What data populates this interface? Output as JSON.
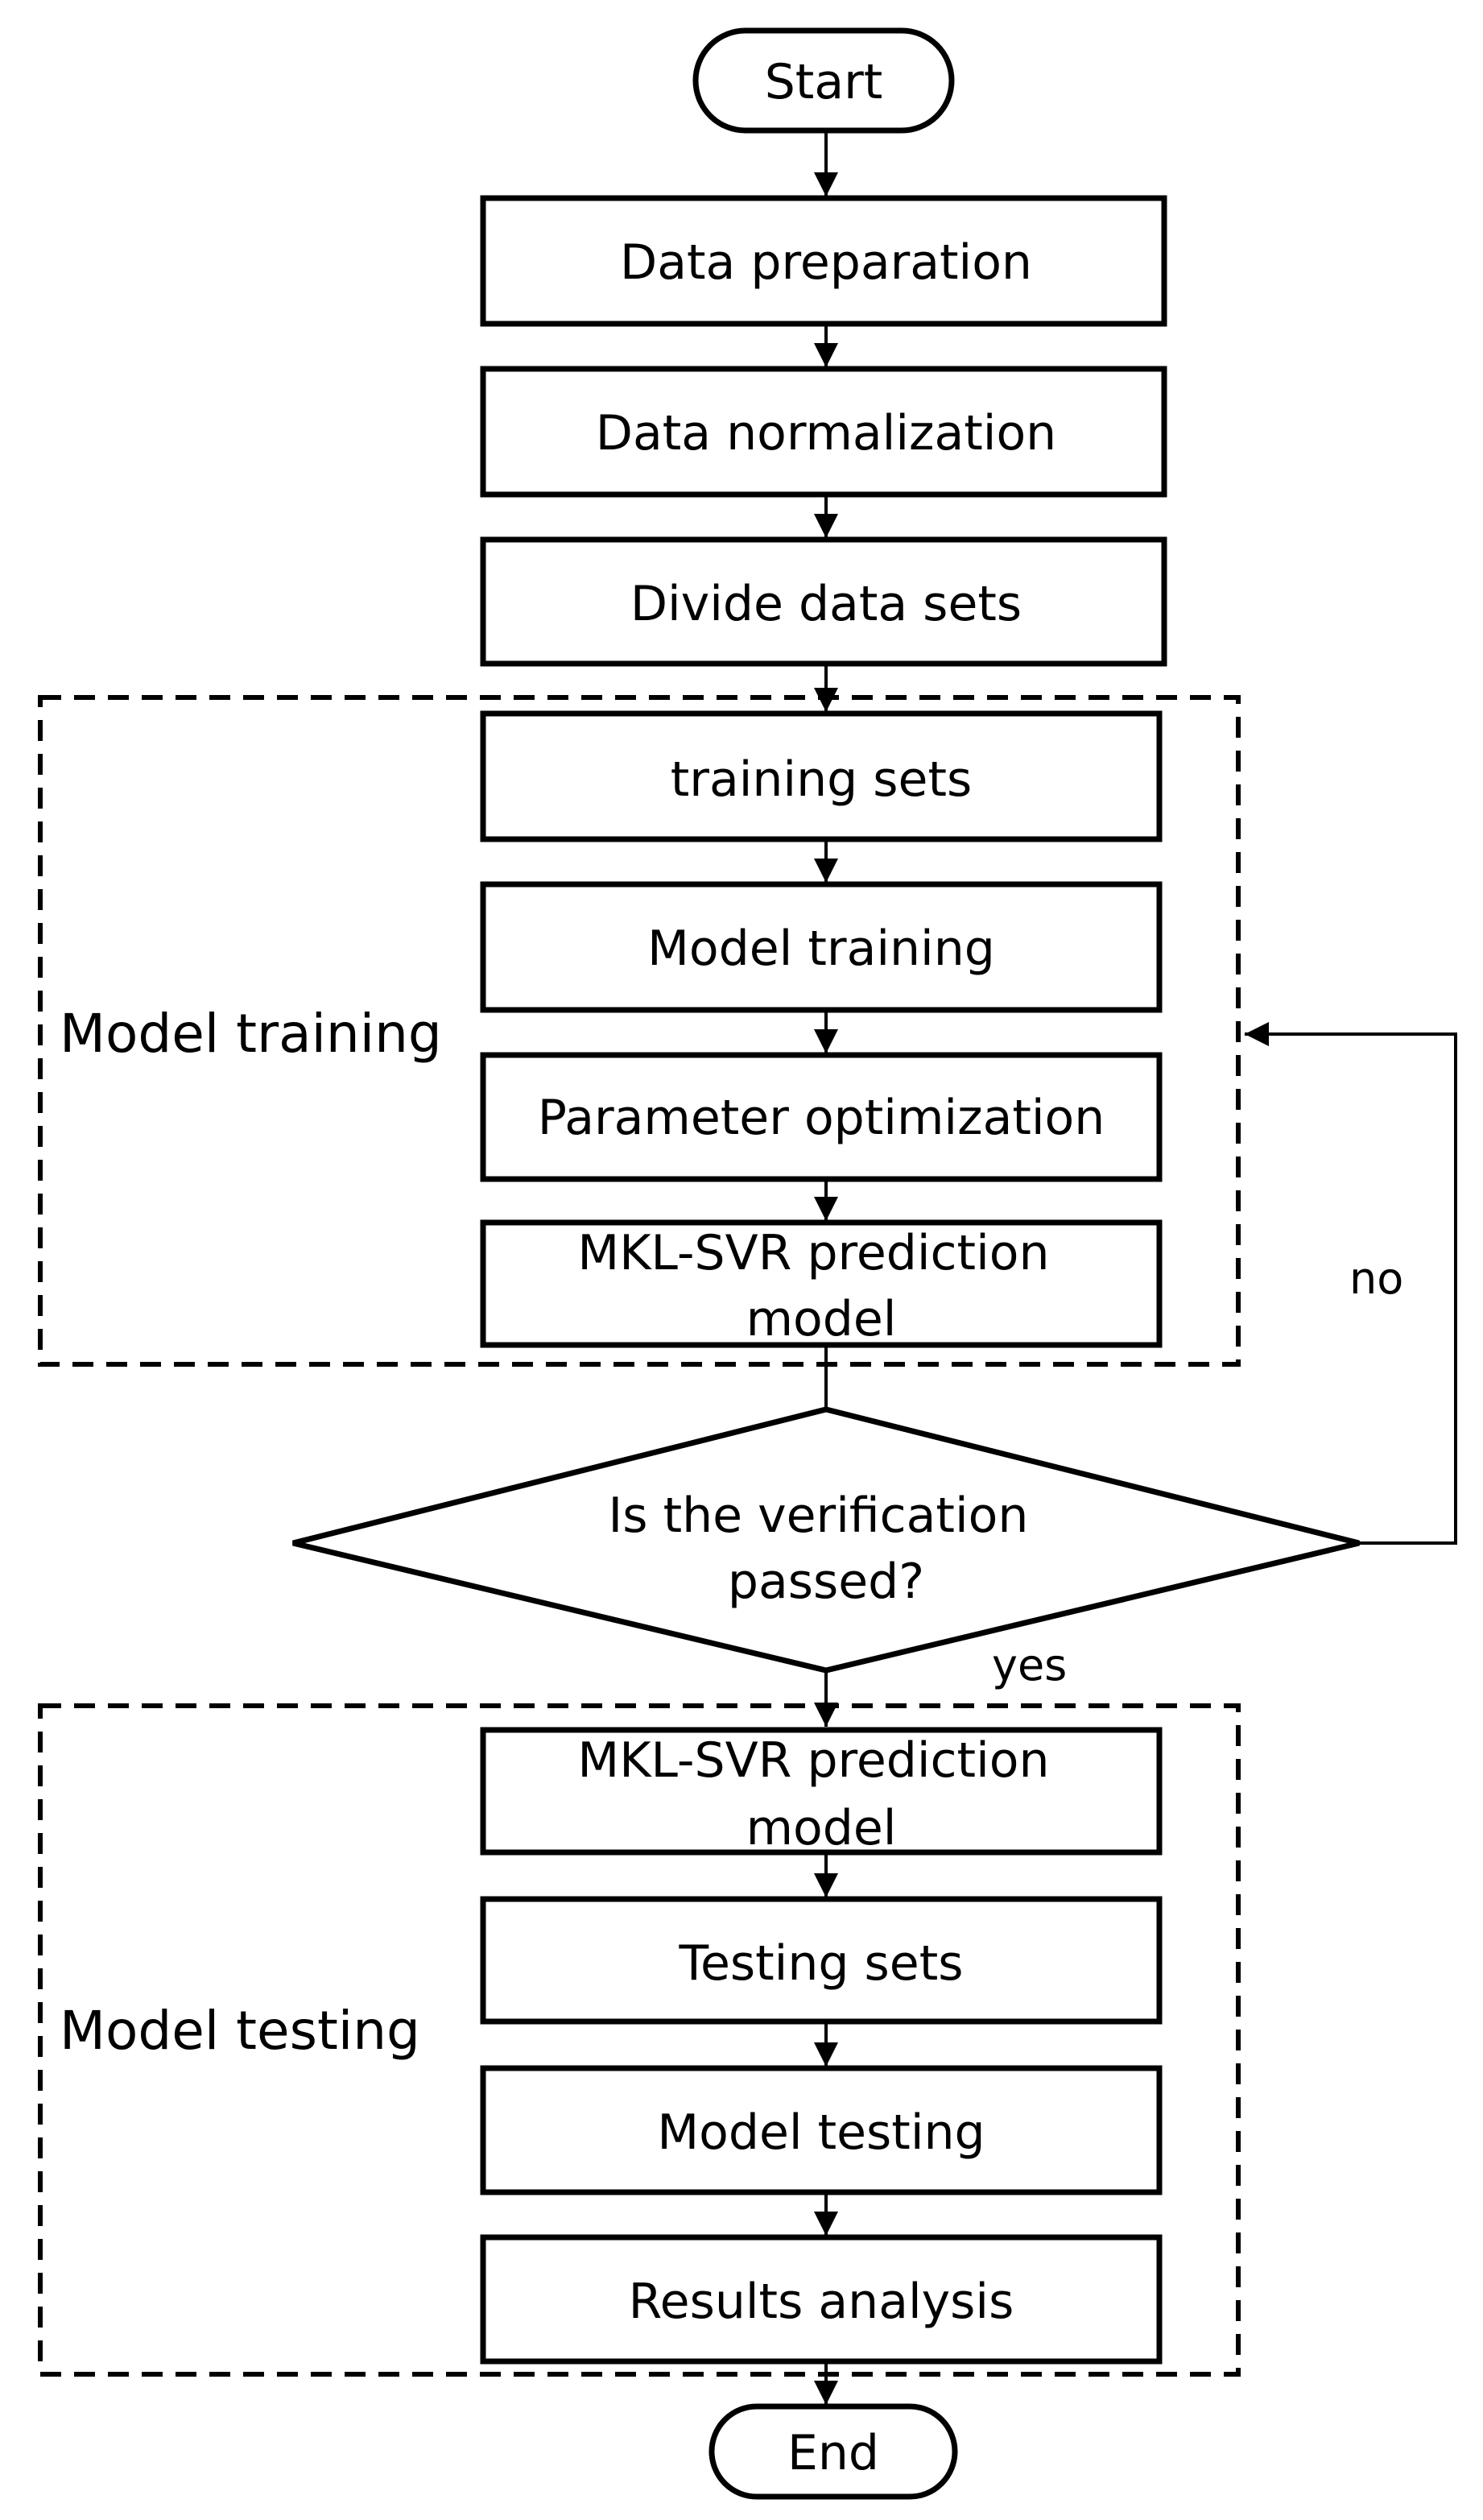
{
  "diagram": {
    "start": "Start",
    "end": "End",
    "steps": {
      "data_preparation": "Data preparation",
      "data_normalization": "Data normalization",
      "divide_data_sets": "Divide data sets",
      "training_sets": "training sets",
      "model_training": "Model training",
      "parameter_optimization": "Parameter optimization",
      "mkl_svr_model_train": [
        "MKL-SVR prediction",
        "model"
      ],
      "mkl_svr_model_test": [
        "MKL-SVR prediction",
        "model"
      ],
      "testing_sets": "Testing sets",
      "model_testing": "Model testing",
      "results_analysis": "Results analysis"
    },
    "decision": [
      "Is the verification",
      "passed?"
    ],
    "groups": {
      "training": "Model training",
      "testing": "Model testing"
    },
    "edge_labels": {
      "no": "no",
      "yes": "yes"
    }
  }
}
